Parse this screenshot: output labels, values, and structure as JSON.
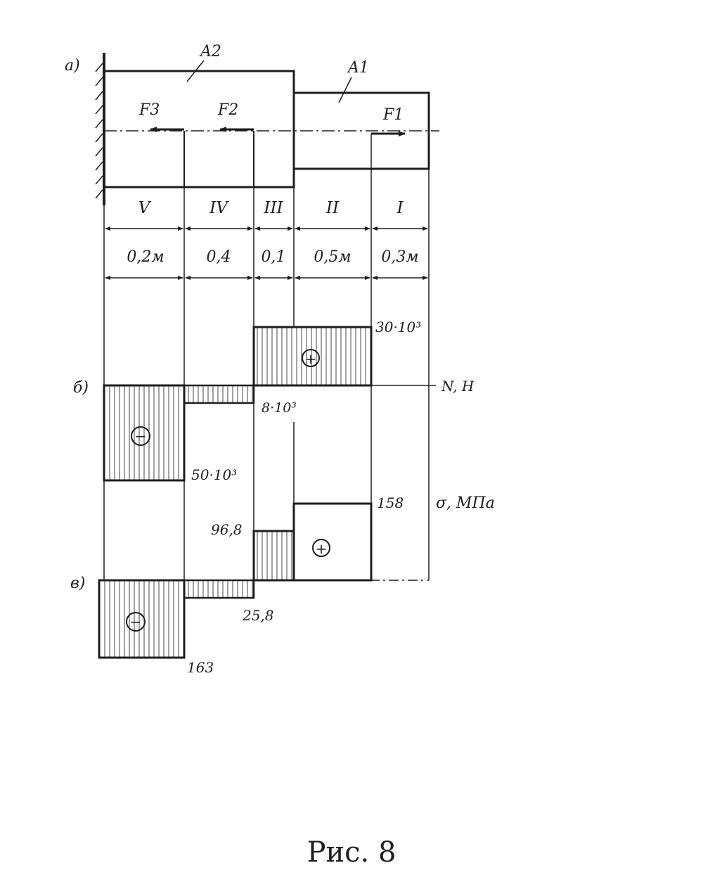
{
  "diagram": {
    "part_labels": {
      "a": "a)",
      "b": "б)",
      "c": "в)"
    },
    "areas": {
      "a2": "A2",
      "a1": "A1"
    },
    "forces": {
      "f3": "F3",
      "f2": "F2",
      "f1": "F1"
    },
    "sections": [
      "V",
      "IV",
      "III",
      "II",
      "I"
    ],
    "lengths": [
      "0,2м",
      "0,4",
      "0,1",
      "0,5м",
      "0,3м"
    ],
    "n_plot": {
      "axis_label": "N, H",
      "value_top": "30·10³",
      "value_mid": "8·10³",
      "value_low": "50·10³",
      "sign_plus": "+",
      "sign_minus": "−"
    },
    "sigma_plot": {
      "axis_label": "σ, MПa",
      "value_158": "158",
      "value_96": "96,8",
      "value_25": "25,8",
      "value_163": "163",
      "sign_plus": "+",
      "sign_minus": "−"
    }
  },
  "caption": "Рис. 8"
}
